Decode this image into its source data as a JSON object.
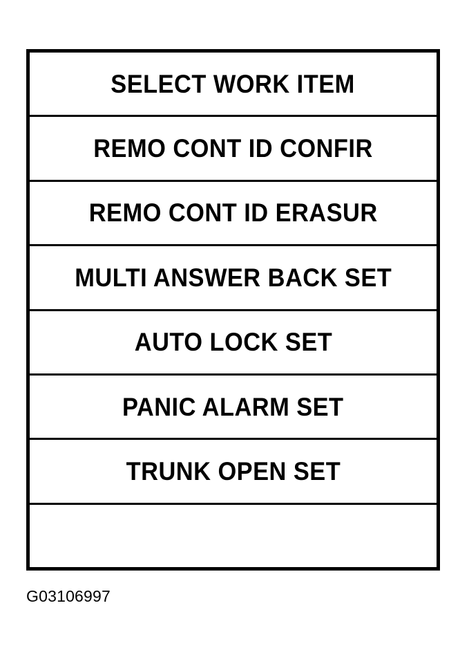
{
  "figure": {
    "caption": "G03106997",
    "background_color": "#ffffff",
    "ink_color": "#000000"
  },
  "menu": {
    "title": "SELECT WORK ITEM",
    "rows": [
      {
        "label": "SELECT WORK ITEM",
        "empty": false
      },
      {
        "label": "REMO CONT ID CONFIR",
        "empty": false
      },
      {
        "label": "REMO CONT ID ERASUR",
        "empty": false
      },
      {
        "label": "MULTI ANSWER BACK SET",
        "empty": false
      },
      {
        "label": "AUTO LOCK SET",
        "empty": false
      },
      {
        "label": "PANIC ALARM SET",
        "empty": false
      },
      {
        "label": "TRUNK OPEN SET",
        "empty": false
      },
      {
        "label": "",
        "empty": true
      }
    ]
  }
}
